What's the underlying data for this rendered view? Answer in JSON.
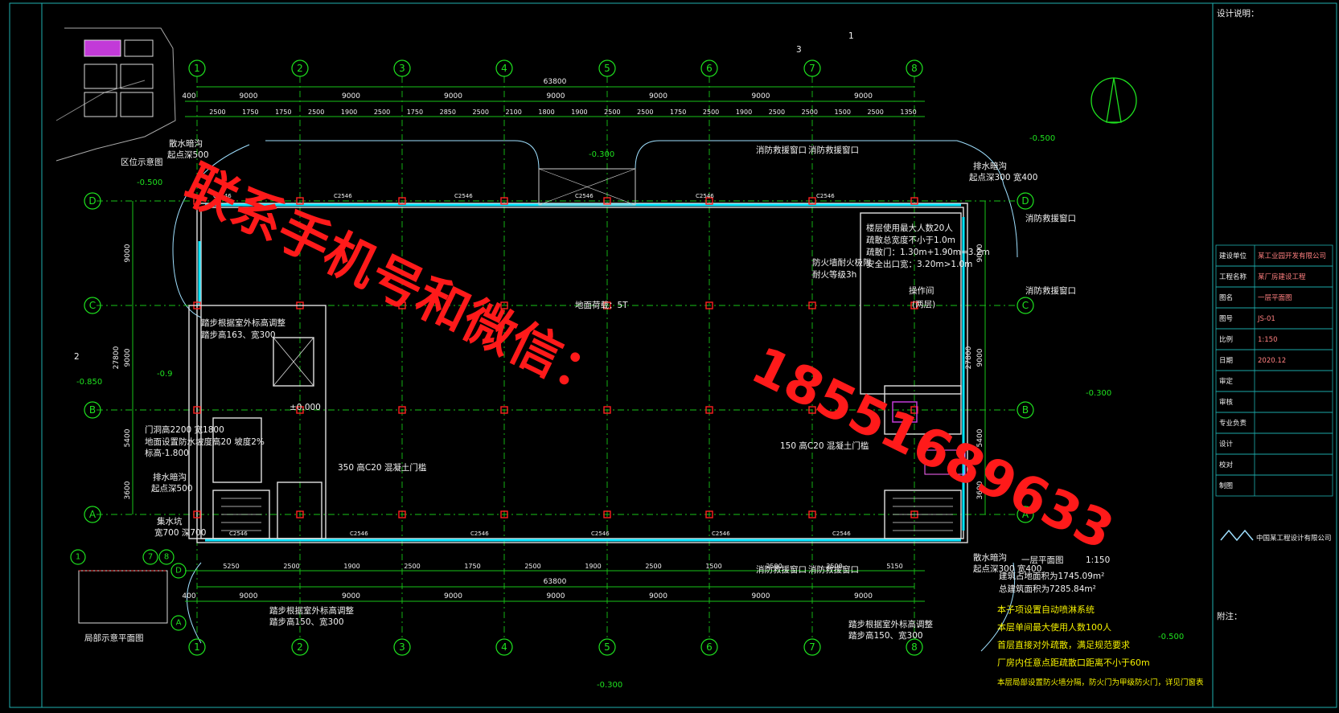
{
  "colors": {
    "background": "#000000",
    "grid": "#18c418",
    "wall": "#e0e0e0",
    "window_strip": "#00e5ff",
    "note_text": "#f4f000",
    "watermark": "#ff1a1a",
    "red_column": "#ff2020"
  },
  "grid_axes": {
    "columns": [
      "1",
      "2",
      "3",
      "4",
      "5",
      "6",
      "7",
      "8"
    ],
    "rows": [
      "D",
      "C",
      "B",
      "A"
    ]
  },
  "dimensions": {
    "overall_width": "63800",
    "overall_depth": "27800",
    "bay_widths": [
      "9000",
      "9000",
      "9000",
      "9000",
      "9000",
      "9000",
      "9000"
    ],
    "edge_offset": "400",
    "top_chain": [
      "2500",
      "1750",
      "1750",
      "2500",
      "1900",
      "2500",
      "1750",
      "2850",
      "2500",
      "2100",
      "1800",
      "1900",
      "2500",
      "2500",
      "1750",
      "2500",
      "1900",
      "2500",
      "2500",
      "1500",
      "2500",
      "1350"
    ],
    "bottom_chain": [
      "5250",
      "2500",
      "1900",
      "2500",
      "1750",
      "2500",
      "1900",
      "2500",
      "1500",
      "2500",
      "2500",
      "5150"
    ],
    "left_chain": [
      "9000",
      "9000",
      "5400",
      "3600"
    ],
    "right_chain": [
      "9000",
      "9000",
      "5400",
      "3600"
    ]
  },
  "labels": {
    "location_plan": "区位示意图",
    "fire_window_1": "消防救援窗口",
    "fire_window_2": "消防救援窗口",
    "fire_window_3": "消防救援窗口",
    "fire_window_4": "消防救援窗口",
    "fire_window_5": "消防救援窗口",
    "fire_window_6": "消防救援窗口",
    "drainage_1": "散水暗沟",
    "drainage_1b": "起点深300 宽400",
    "drainage_2": "散水暗沟",
    "drainage_2b": "起点深300 宽400",
    "drainage_3": "排水暗沟",
    "drainage_3b": "起点深500",
    "drainage_4": "排水暗沟",
    "drainage_4b": "起点深500",
    "steps_1": "踏步根据室外标高调整",
    "steps_1b": "踏步高163、宽300",
    "steps_2": "踏步根据室外标高调整",
    "steps_2b": "踏步高150、宽300",
    "steps_3": "踏步根据室外标高调整",
    "steps_3b": "踏步高150、宽300",
    "door_note": "门洞高2200 宽1800",
    "door_note_b": "地面设置防水坡度高20 坡度2%",
    "door_note_c": "标高-1.800",
    "sump": "集水坑",
    "sump_b": "宽700 深700",
    "threshold_1": "350 高C20 混凝土门槛",
    "threshold_2": "150 高C20 混凝土门槛",
    "crane": "地面荷载：5T",
    "operating_room": "操作间",
    "operating_room_sub": "(两层)",
    "occupancy_note": "楼层使用最大人数20人",
    "evac_width": "疏散总宽度不小于1.0m",
    "door_size": "疏散门：1.30m+1.90m=3.2m",
    "safe_exit": "安全出口宽：3.20m>1.0m",
    "fire_rating": "防火墙耐火极限",
    "fire_rating_b": "耐火等级3h",
    "plan_title": "一层平面图",
    "plan_scale": "1:150",
    "area_note": "建筑占地面积为1745.09m²",
    "gfa_note": "总建筑面积为7285.84m²",
    "note_1": "本子项设置自动喷淋系统",
    "note_2": "本层单间最大使用人数100人",
    "note_3": "首层直接对外疏散，满足规范要求",
    "note_4": "厂房内任意点距疏散口距离不小于60m",
    "note_5": "本层局部设置防火墙分隔，防火门为甲级防火门，详见门窗表",
    "elev_1": "-0.300",
    "elev_2": "-0.500",
    "elev_3": "-0.500",
    "elev_4": "-0.500",
    "elev_5": "-0.300",
    "elev_6": "-0.300",
    "elev_7": "±0.000",
    "elev_8": "-0.850",
    "elev_9": "-0.9",
    "window_codes": [
      "C2546",
      "C2546",
      "C2546",
      "C2546",
      "C2546",
      "C2546",
      "C2546",
      "C2546",
      "C2546",
      "C2546",
      "C2546",
      "C2546"
    ],
    "section_mark_a": "3",
    "section_mark_b": "1",
    "section_mark_c": "2",
    "keyplan_note": "局部示意平面图"
  },
  "title_block": {
    "header": "设计说明：",
    "rows": [
      {
        "k": "建设单位",
        "v": "某工业园开发有限公司"
      },
      {
        "k": "工程名称",
        "v": "某厂房建设工程"
      },
      {
        "k": "图名",
        "v": "一层平面图"
      },
      {
        "k": "图号",
        "v": "JS-01"
      },
      {
        "k": "比例",
        "v": "1:150"
      },
      {
        "k": "日期",
        "v": "2020.12"
      },
      {
        "k": "审定",
        "v": ""
      },
      {
        "k": "审核",
        "v": ""
      },
      {
        "k": "专业负责",
        "v": ""
      },
      {
        "k": "设计",
        "v": ""
      },
      {
        "k": "校对",
        "v": ""
      },
      {
        "k": "制图",
        "v": ""
      }
    ],
    "company": "中国某工程设计有限公司",
    "notes_header": "附注："
  },
  "watermark": {
    "line1": "联系手机号和微信：",
    "line2": "18551689633"
  }
}
